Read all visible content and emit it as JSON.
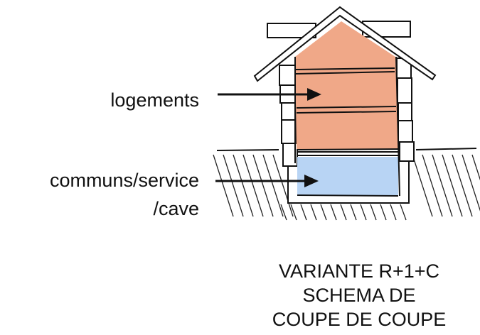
{
  "labels": {
    "upper": "logements",
    "lower_line1": "communs/service",
    "lower_line2": "/cave"
  },
  "caption": {
    "line1": "VARIANTE R+1+C",
    "line2": "SCHEMA DE",
    "line3": "COUPE DE COUPE"
  },
  "colors": {
    "housing": "#f0a888",
    "basement": "#b8d4f4",
    "ink": "#111111"
  }
}
